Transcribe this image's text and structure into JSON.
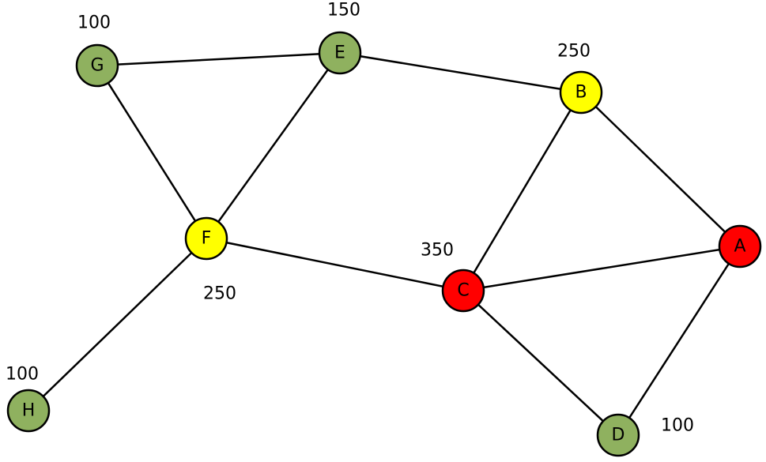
{
  "colors": {
    "red": "#ff0000",
    "yellow": "#ffff00",
    "green": "#8fb15f"
  },
  "nodes": [
    {
      "id": "A",
      "label": "A",
      "value": "",
      "color": "#ff0000"
    },
    {
      "id": "B",
      "label": "B",
      "value": "250",
      "color": "#ffff00"
    },
    {
      "id": "C",
      "label": "C",
      "value": "350",
      "color": "#ff0000"
    },
    {
      "id": "D",
      "label": "D",
      "value": "100",
      "color": "#8fb15f"
    },
    {
      "id": "E",
      "label": "E",
      "value": "150",
      "color": "#8fb15f"
    },
    {
      "id": "F",
      "label": "F",
      "value": "250",
      "color": "#ffff00"
    },
    {
      "id": "G",
      "label": "G",
      "value": "100",
      "color": "#8fb15f"
    },
    {
      "id": "H",
      "label": "H",
      "value": "100",
      "color": "#8fb15f"
    }
  ],
  "edges": [
    [
      "G",
      "E"
    ],
    [
      "E",
      "B"
    ],
    [
      "G",
      "F"
    ],
    [
      "E",
      "F"
    ],
    [
      "F",
      "C"
    ],
    [
      "F",
      "H"
    ],
    [
      "B",
      "C"
    ],
    [
      "B",
      "A"
    ],
    [
      "C",
      "A"
    ],
    [
      "C",
      "D"
    ],
    [
      "A",
      "D"
    ]
  ]
}
